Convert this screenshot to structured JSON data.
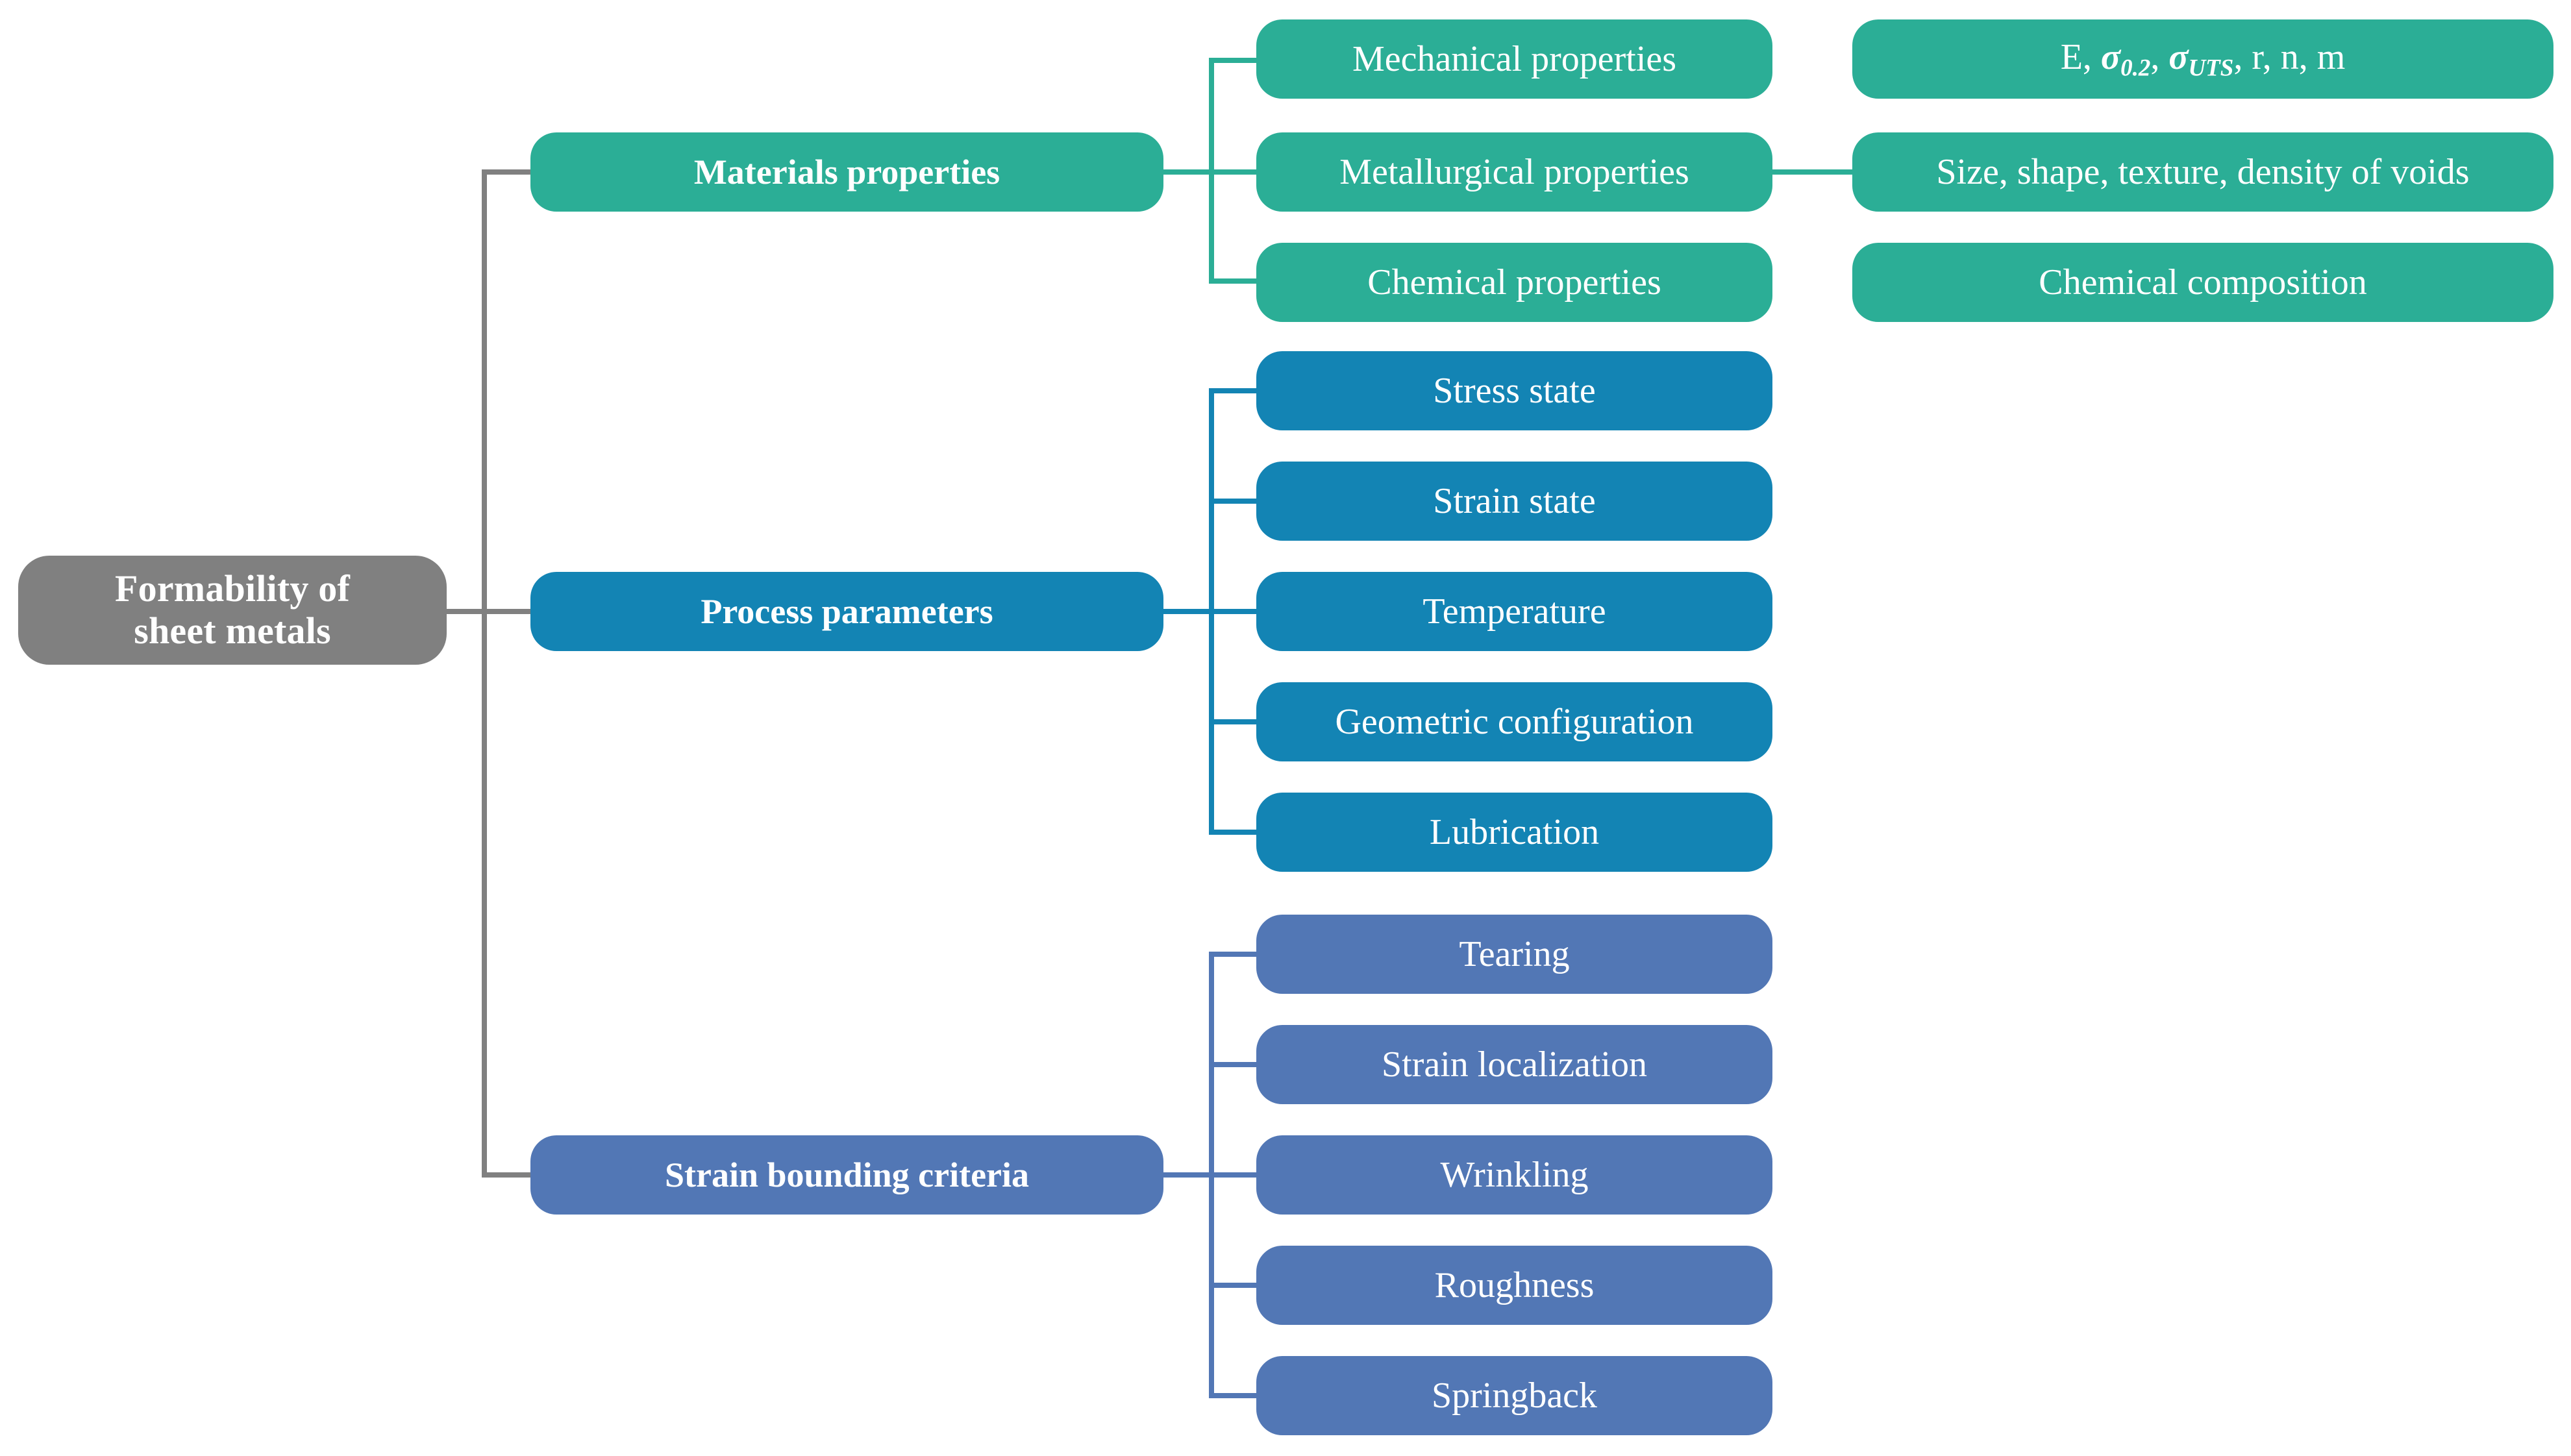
{
  "diagram": {
    "title_text": "Formability of sheet metals",
    "root": {
      "label_line1": "Formability of",
      "label_line2": "sheet metals",
      "color": "#808080"
    },
    "branches": [
      {
        "id": "materials-properties",
        "label": "Materials properties",
        "color": "#2BAE96",
        "children": [
          {
            "id": "mechanical-properties",
            "label": "Mechanical properties",
            "detail_id": "mechanical-detail",
            "detail": "E, σ0.2, σUTS, r, n, m"
          },
          {
            "id": "metallurgical-properties",
            "label": "Metallurgical properties",
            "detail_id": "metallurgical-detail",
            "detail": "Size, shape, texture, density of voids"
          },
          {
            "id": "chemical-properties",
            "label": "Chemical properties",
            "detail_id": "chemical-detail",
            "detail": "Chemical composition"
          }
        ]
      },
      {
        "id": "process-parameters",
        "label": "Process parameters",
        "color": "#1384B4",
        "children": [
          {
            "id": "stress-state",
            "label": "Stress state"
          },
          {
            "id": "strain-state",
            "label": "Strain state"
          },
          {
            "id": "temperature",
            "label": "Temperature"
          },
          {
            "id": "geometric-configuration",
            "label": "Geometric configuration"
          },
          {
            "id": "lubrication",
            "label": "Lubrication"
          }
        ]
      },
      {
        "id": "strain-bounding-criteria",
        "label": "Strain bounding criteria",
        "color": "#5277B5",
        "children": [
          {
            "id": "tearing",
            "label": "Tearing"
          },
          {
            "id": "strain-localization",
            "label": "Strain localization"
          },
          {
            "id": "wrinkling",
            "label": "Wrinkling"
          },
          {
            "id": "roughness",
            "label": "Roughness"
          },
          {
            "id": "springback",
            "label": "Springback"
          }
        ]
      }
    ],
    "detail_parts": {
      "mech_E": "E, ",
      "mech_sigma1": "σ",
      "mech_sub1": "0.2",
      "mech_comma1": ", ",
      "mech_sigma2": "σ",
      "mech_sub2": "UTS",
      "mech_tail": ", r, n, m"
    }
  }
}
